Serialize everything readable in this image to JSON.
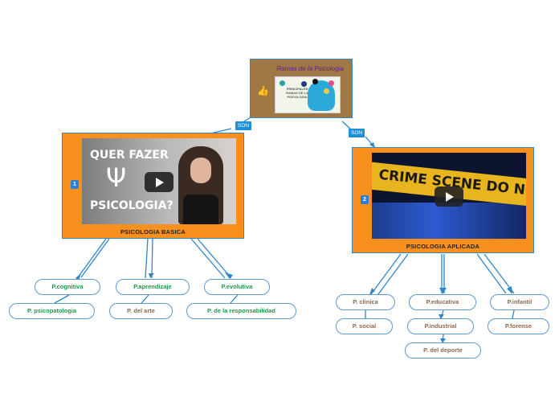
{
  "root": {
    "title": "Ramas de la Psicologia",
    "thumb_text": "PRINCIPALES RAMAS DE LA PSICOLOGIA"
  },
  "connector_label": "SON",
  "basic": {
    "number": "1",
    "label": "PSICOLOGIA BASICA",
    "video_line1": "QUER FAZER",
    "video_symbol": "Ψ",
    "video_line2": "PSICOLOGIA?",
    "children": [
      "P.cognitiva",
      "P.aprendizaje",
      "P.evolutiva"
    ],
    "grandchildren": [
      "P. psicopatologia",
      "P. del arte",
      "P. de la responsabilidad"
    ]
  },
  "applied": {
    "number": "2",
    "label": "PSICOLOGIA APLICADA",
    "video_tape": "CRIME SCENE DO NOT",
    "children": [
      "P. clinica",
      "P.educativa",
      "P.infantil"
    ],
    "grandchildren": [
      "P. social",
      "P.industrial",
      "P.forense",
      "P. del deporte"
    ]
  },
  "colors": {
    "card": "#f7901e",
    "border": "#2f86c8",
    "green_text": "#1a9b4b",
    "brown_text": "#8a6a4d"
  }
}
